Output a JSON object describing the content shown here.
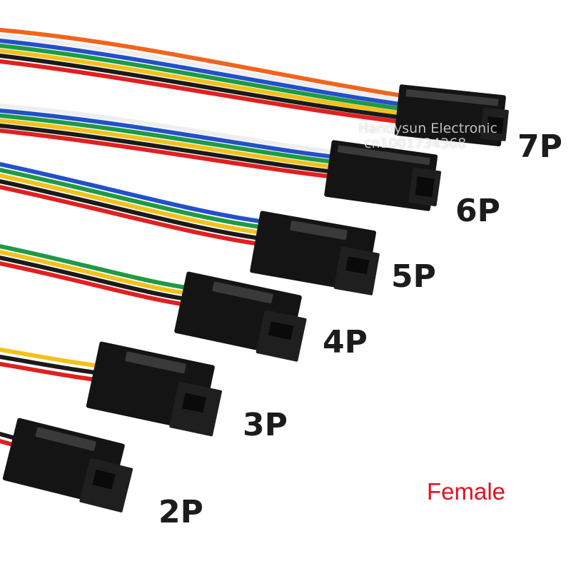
{
  "labels": {
    "p7": "7P",
    "p6": "6P",
    "p5": "5P",
    "p4": "4P",
    "p3": "3P",
    "p2": "2P"
  },
  "watermark": {
    "line1": "Handysun Electronic",
    "line2": "cn1001734368"
  },
  "caption": "Female",
  "colors": {
    "red": "#e02020",
    "black": "#1a1a1a",
    "yellow": "#f2c11c",
    "green": "#1e9a45",
    "blue": "#2450c8",
    "white": "#eeeeee",
    "orange": "#f0641e",
    "caption": "#e0121f"
  }
}
